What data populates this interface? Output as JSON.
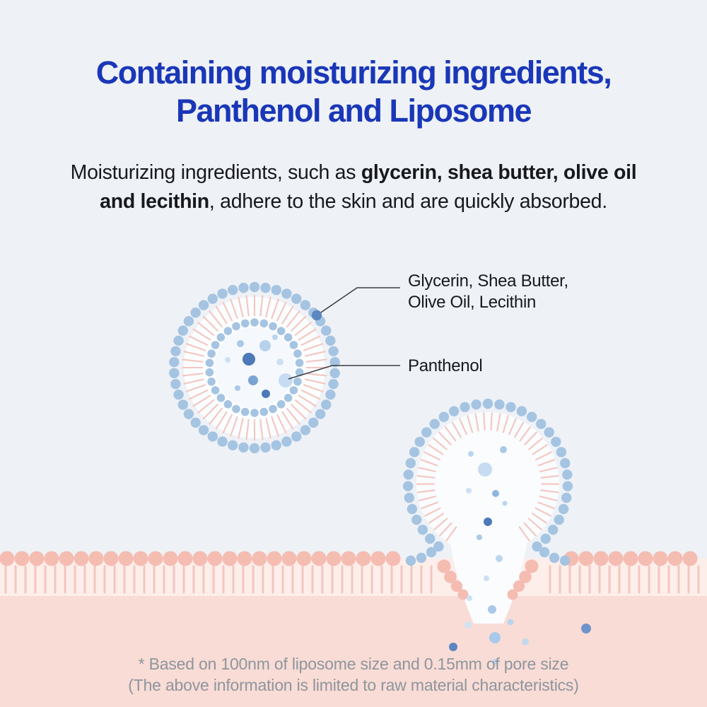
{
  "title": {
    "line1": "Containing moisturizing ingredients,",
    "line2": "Panthenol and Liposome"
  },
  "description": {
    "l1_normal": "Moisturizing ingredients, such as ",
    "l1_bold": "glycerin, shea butter, olive oil",
    "l2_bold": "and lecithin",
    "l2_normal": ", adhere to the skin and are quickly absorbed."
  },
  "labels": {
    "outer_line1": "Glycerin, Shea Butter,",
    "outer_line2": "Olive Oil, Lecithin",
    "inner": "Panthenol"
  },
  "footnote": {
    "line1": "* Based on 100nm of liposome size and 0.15mm of pore size",
    "line2": "(The above information is limited to raw material characteristics)"
  },
  "colors": {
    "background": "#eef1f6",
    "title_blue": "#1a37b8",
    "text_dark": "#17191d",
    "footnote_gray": "#8f959d",
    "dot_blue": "#a5c4e2",
    "dot_blue_dark": "#4d79b8",
    "dot_blue_mid": "#7ba3d4",
    "dot_blue_light": "#c7dcf2",
    "dot_blue_pale": "#cde0f3",
    "connector_dot": "#5b86c0",
    "tail_pink": "#f3c6c0",
    "head_pink": "#f5bcb2",
    "membrane_light": "#fdeeea",
    "membrane_fill": "#f8dcd5",
    "interior_fill": "#fafcfe",
    "inner_fill": "#f5f9fd",
    "line_dark": "#3b3f47"
  }
}
